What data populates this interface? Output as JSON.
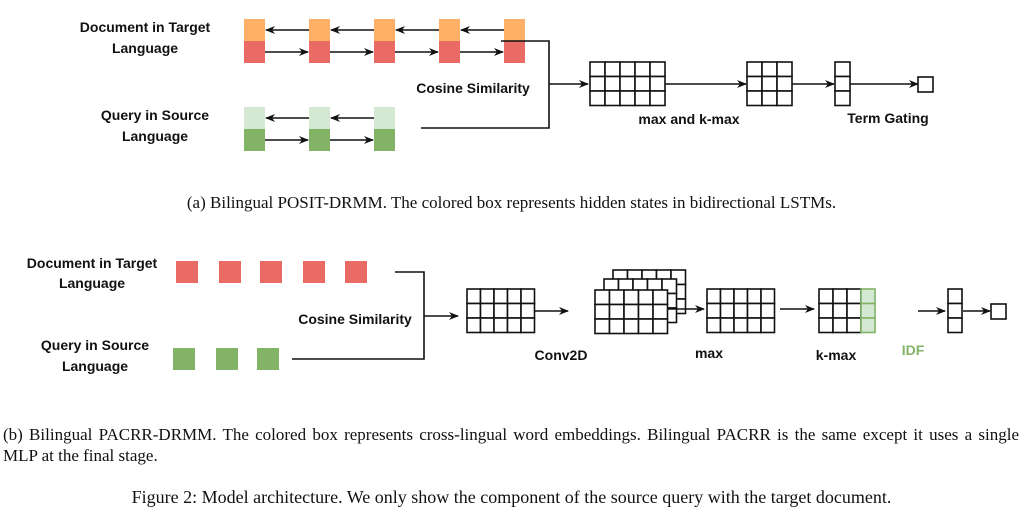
{
  "panel_a": {
    "doc_label_line1": "Document in Target",
    "doc_label_line2": "Language",
    "query_label_line1": "Query in Source",
    "query_label_line2": "Language",
    "similarity_label": "Cosine Similarity",
    "pool_label": "max and k-max",
    "gating_label": "Term Gating",
    "doc_tokens": 5,
    "query_tokens": 3,
    "caption": "(a) Bilingual POSIT-DRMM. The colored box represents hidden states in bidirectional LSTMs."
  },
  "panel_b": {
    "doc_label_line1": "Document in Target",
    "doc_label_line2": "Language",
    "query_label_line1": "Query in Source",
    "query_label_line2": "Language",
    "similarity_label": "Cosine Similarity",
    "conv_label": "Conv2D",
    "max_label": "max",
    "kmax_label": "k-max",
    "idf_label": "IDF",
    "doc_tokens": 5,
    "query_tokens": 3,
    "caption": "(b) Bilingual PACRR-DRMM. The colored box represents cross-lingual word embeddings.  Bilingual PACRR is the same except it uses a single MLP at the final stage."
  },
  "figure_caption": "Figure 2: Model architecture. We only show the component of the source query with the target document.",
  "colors": {
    "doc_backward": "#FFB066",
    "doc_forward": "#EA6B66",
    "query_backward": "#D5E8D4",
    "query_forward": "#82B366",
    "idf_fill": "#D5E8D4",
    "idf_stroke": "#82B366",
    "line": "#111111"
  }
}
